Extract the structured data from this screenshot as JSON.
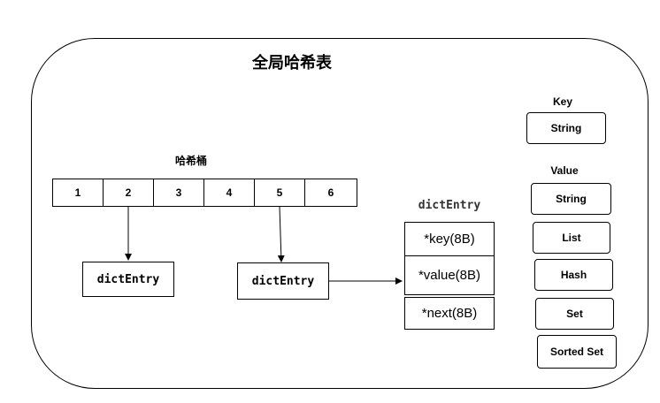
{
  "title": "全局哈希表",
  "bucket_label": "哈希桶",
  "buckets": [
    "1",
    "2",
    "3",
    "4",
    "5",
    "6"
  ],
  "entry_left": "dictEntry",
  "entry_middle": "dictEntry",
  "entry_detail": {
    "heading": "dictEntry",
    "fields": [
      "*key(8B)",
      "*value(8B)",
      "*next(8B)"
    ]
  },
  "legend": {
    "key_heading": "Key",
    "key_types": [
      "String"
    ],
    "value_heading": "Value",
    "value_types": [
      "String",
      "List",
      "Hash",
      "Set",
      "Sorted Set"
    ]
  }
}
